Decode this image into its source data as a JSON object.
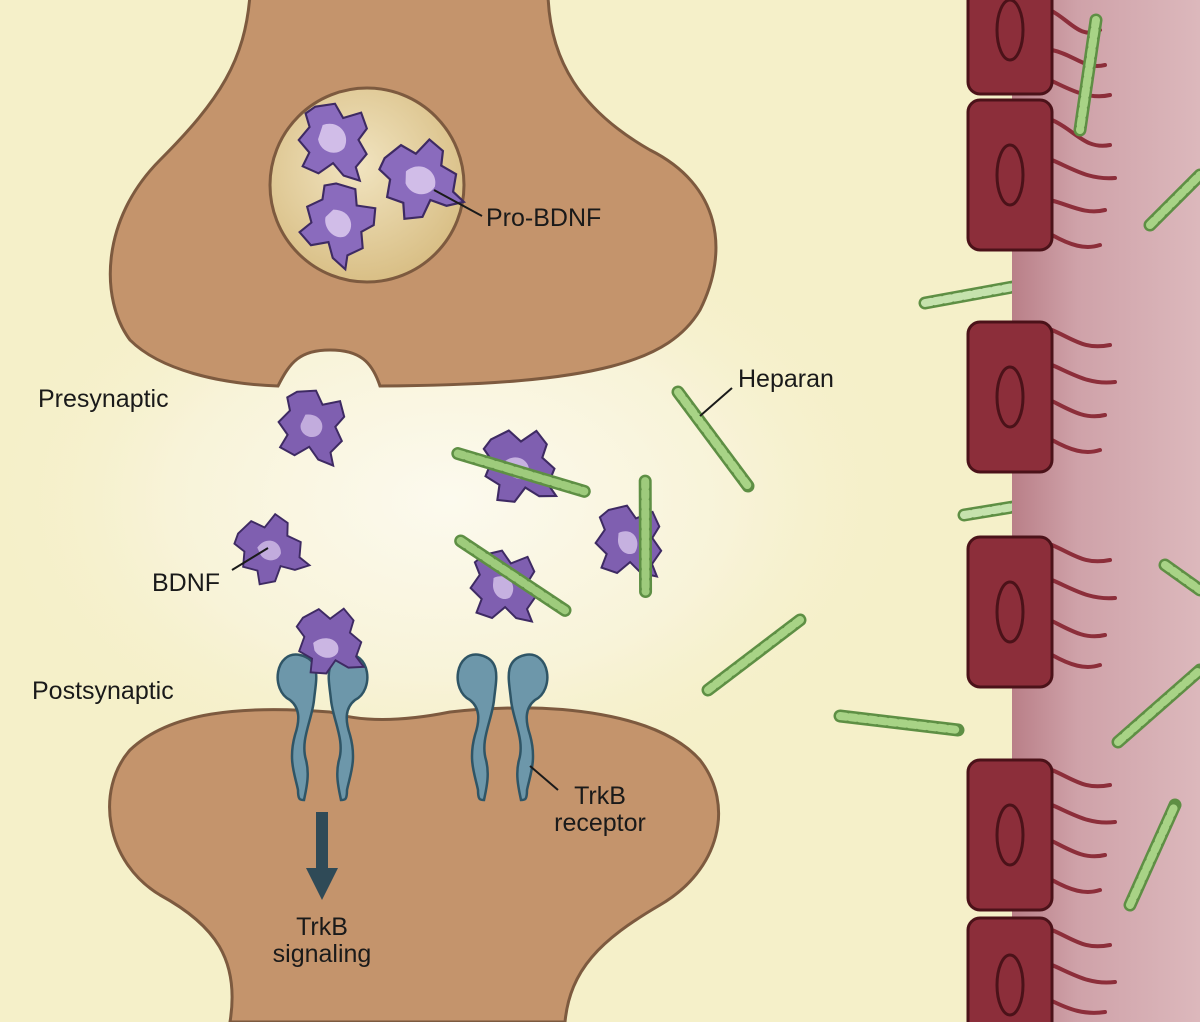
{
  "labels": {
    "pro_bdnf": "Pro-BDNF",
    "presynaptic": "Presynaptic",
    "heparan": "Heparan",
    "bdnf": "BDNF",
    "postsynaptic": "Postsynaptic",
    "trkb_receptor_line1": "TrkB",
    "trkb_receptor_line2": "receptor",
    "trkb_signaling_line1": "TrkB",
    "trkb_signaling_line2": "signaling"
  },
  "colors": {
    "background": "#f5f0c9",
    "glow": "#fbf8e6",
    "terminal": "#c4946c",
    "terminal_edge": "#7d5a3f",
    "vesicle": "#e2cc98",
    "bdnf": "#7f5fb0",
    "bdnf_light": "#d8c6ec",
    "heparan": "#8cc069",
    "heparan_light": "#d8efc8",
    "receptor": "#6d97aa",
    "receptor_edge": "#2f5566",
    "vessel_wall": "#c99aa2",
    "endothelial_cell": "#8c2e3a",
    "arrow": "#2f4a57"
  }
}
